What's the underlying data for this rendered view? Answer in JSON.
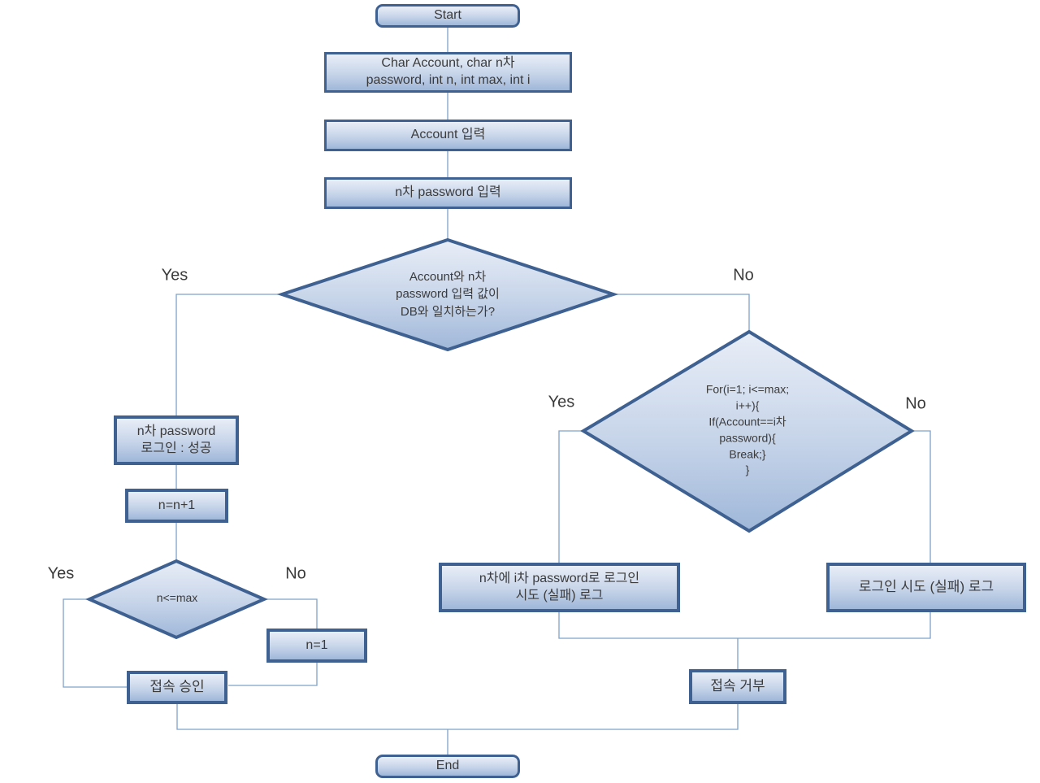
{
  "colors": {
    "shape_border": "#3e6191",
    "fill_top": "#e9eef7",
    "fill_mid": "#c6d4e9",
    "fill_bottom": "#9fb7d9",
    "connector": "#7ea2c9",
    "text": "#3b3b3b"
  },
  "nodes": {
    "start": "Start",
    "declare": "Char Account, char n차\npassword, int n, int max, int i",
    "account_input": "Account 입력",
    "password_input": "n차 password 입력",
    "db_match_decision": "Account와 n차\npassword 입력 값이\nDB와 일치하는가?",
    "login_success": "n차 password\n로그인 : 성공",
    "increment_n": "n=n+1",
    "n_max_decision": "n<=max",
    "reset_n": "n=1",
    "access_approved": "접속 승인",
    "for_loop_decision": "For(i=1; i<=max;\ni++){\nIf(Account==i차\npassword){\nBreak;}\n}",
    "fail_log_detail": "n차에 i차 password로 로그인\n시도 (실패) 로그",
    "fail_log": "로그인 시도 (실패) 로그",
    "access_denied": "접속 거부",
    "end": "End"
  },
  "labels": {
    "db_yes": "Yes",
    "db_no": "No",
    "nmax_yes": "Yes",
    "nmax_no": "No",
    "loop_yes": "Yes",
    "loop_no": "No"
  }
}
